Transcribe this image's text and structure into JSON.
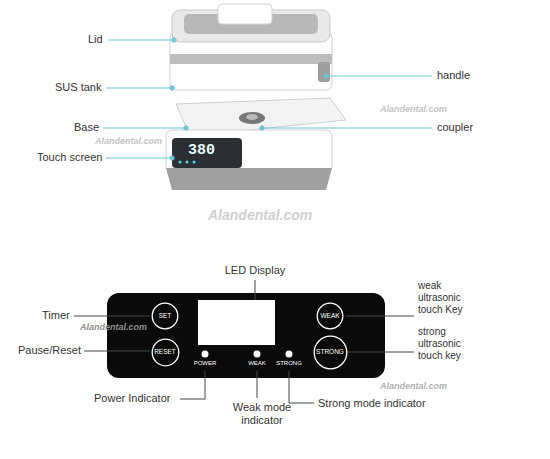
{
  "diagram": {
    "nodes": [
      {
        "text": [
          "POWER",
          "WEAK",
          "STRONG"
        ]
      },
      {
        "text": [
          "SET"
        ],
        "in": 0
      },
      {
        "text": [
          "WEAK"
        ],
        "in": 0
      },
      {
        "text": [
          "RESET"
        ],
        "in": 0
      },
      {
        "text": [
          "STRONG"
        ],
        "in": 0
      }
    ],
    "labels": [
      "Lid",
      "SUS tank",
      "Base",
      "Touch screen",
      "handle",
      "coupler",
      "380",
      "Alandental.com",
      "Alandental.com",
      "Alandental.com",
      "LED Display",
      "Timer",
      "Pause/Reset",
      "weak ultrasonic touch Key",
      "strong ultrasonic touch key",
      "Power Indicator",
      "Weak mode indicator",
      "Strong mode indicator",
      "Alandental.com",
      "Alandental.com"
    ]
  }
}
